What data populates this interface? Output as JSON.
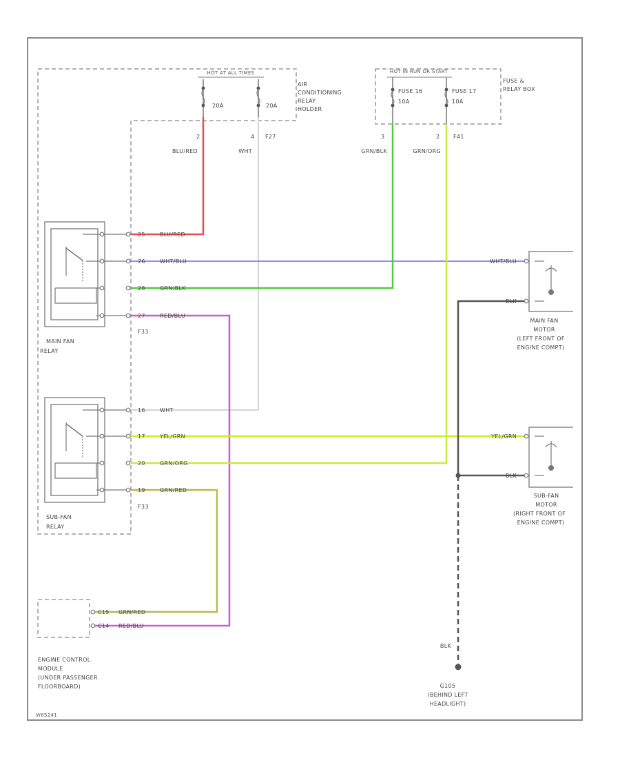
{
  "colors": {
    "blu_red": "#e05050",
    "wht": "#d8d8d8",
    "wht_blu": "#8f8ff0",
    "grn_blk": "#4ecc3a",
    "red_blu": "#cc5ccc",
    "yel_grn": "#ccee22",
    "grn_org": "#8fd84a",
    "grn_red": "#b9b94a",
    "blk": "#555555",
    "outline": "#8a8a8a"
  },
  "hot_label": "HOT AT ALL TIMES",
  "hot_run_label": "HOT IN RUN OR START",
  "ac_relay_holder": [
    "AIR",
    "CONDITIONING",
    "RELAY",
    "HOLDER"
  ],
  "fuse_relay_box": [
    "FUSE &",
    "RELAY BOX"
  ],
  "fuse_20a_left": "20A",
  "fuse_20a_right": "20A",
  "fuse16": [
    "FUSE 16",
    "10A"
  ],
  "fuse17": [
    "FUSE 17",
    "10A"
  ],
  "pin2": "2",
  "pin4": "4",
  "pin3": "3",
  "pin2b": "2",
  "conn_f27": "F27",
  "conn_f41": "F41",
  "wire_blu_red": "BLU/RED",
  "wire_wht": "WHT",
  "wire_grn_blk": "GRN/BLK",
  "wire_grn_org": "GRN/ORG",
  "main_relay": {
    "pins": [
      "25",
      "26",
      "28",
      "27"
    ],
    "wires": [
      "BLU/RED",
      "WHT/BLU",
      "GRN/BLK",
      "RED/BLU"
    ],
    "conn": "F33",
    "label": [
      "MAIN FAN",
      "RELAY"
    ]
  },
  "sub_relay": {
    "pins": [
      "16",
      "17",
      "20",
      "19"
    ],
    "wires": [
      "WHT",
      "YEL/GRN",
      "GRN/ORG",
      "GRN/RED"
    ],
    "conn": "F33",
    "label": [
      "SUB-FAN",
      "RELAY"
    ]
  },
  "main_motor": {
    "wires": [
      "WHT/BLU",
      "BLK"
    ],
    "label": [
      "MAIN FAN",
      "MOTOR",
      "(LEFT FRONT OF",
      "ENGINE COMPT)"
    ]
  },
  "sub_motor": {
    "wires": [
      "YEL/GRN",
      "BLK"
    ],
    "label": [
      "SUB-FAN",
      "MOTOR",
      "(RIGHT FRONT OF",
      "ENGINE COMPT)"
    ]
  },
  "ecm": {
    "pins": [
      "C15",
      "C14"
    ],
    "wires": [
      "GRN/RED",
      "RED/BLU"
    ],
    "label": [
      "ENGINE CONTROL",
      "MODULE",
      "(UNDER PASSENGER",
      "FLOORBOARD)"
    ]
  },
  "ground": {
    "wire": "BLK",
    "label": [
      "G105",
      "(BEHIND LEFT",
      "HEADLIGHT)"
    ]
  },
  "diagram_id": "W85241"
}
